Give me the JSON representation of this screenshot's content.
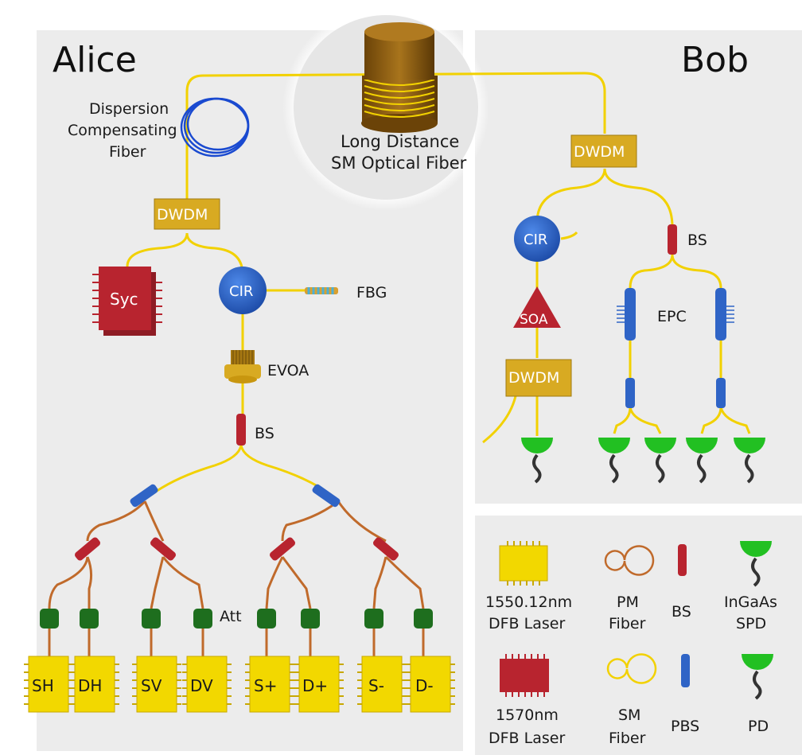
{
  "alice": {
    "title": "Alice"
  },
  "bob": {
    "title": "Bob"
  },
  "fiber": {
    "line1": "Long Distance",
    "line2": "SM Optical Fiber"
  },
  "dcf": {
    "line1": "Dispersion",
    "line2": "Compensating",
    "line3": "Fiber"
  },
  "alice_parts": {
    "dwdm": "DWDM",
    "sync": "Syc",
    "cir": "CIR",
    "fbg": "FBG",
    "evoa": "EVOA",
    "bs": "BS",
    "att": "Att",
    "lasers": [
      "SH",
      "DH",
      "SV",
      "DV",
      "S+",
      "D+",
      "S-",
      "D-"
    ]
  },
  "bob_parts": {
    "dwdm_top": "DWDM",
    "cir": "CIR",
    "soa": "SOA",
    "dwdm_bottom": "DWDM",
    "bs": "BS",
    "epc": "EPC"
  },
  "legend": {
    "dfb1550_l1": "1550.12nm",
    "dfb1550_l2": "DFB  Laser",
    "pm_l1": "PM",
    "pm_l2": "Fiber",
    "bs": "BS",
    "spd_l1": "InGaAs",
    "spd_l2": "SPD",
    "dfb1570_l1": "1570nm",
    "dfb1570_l2": "DFB  Laser",
    "sm_l1": "SM",
    "sm_l2": "Fiber",
    "pbs": "PBS",
    "pd": "PD"
  },
  "colors": {
    "sm_fiber": "#f2d100",
    "pm_fiber": "#c06a2b",
    "dwdm": "#d8aa22",
    "cir": "#2f64c6",
    "dfb1550": "#f2d800",
    "dfb1570": "#b8242f",
    "attenuator": "#1e6e1e",
    "detector": "#22c022",
    "panel": "#ececec"
  }
}
